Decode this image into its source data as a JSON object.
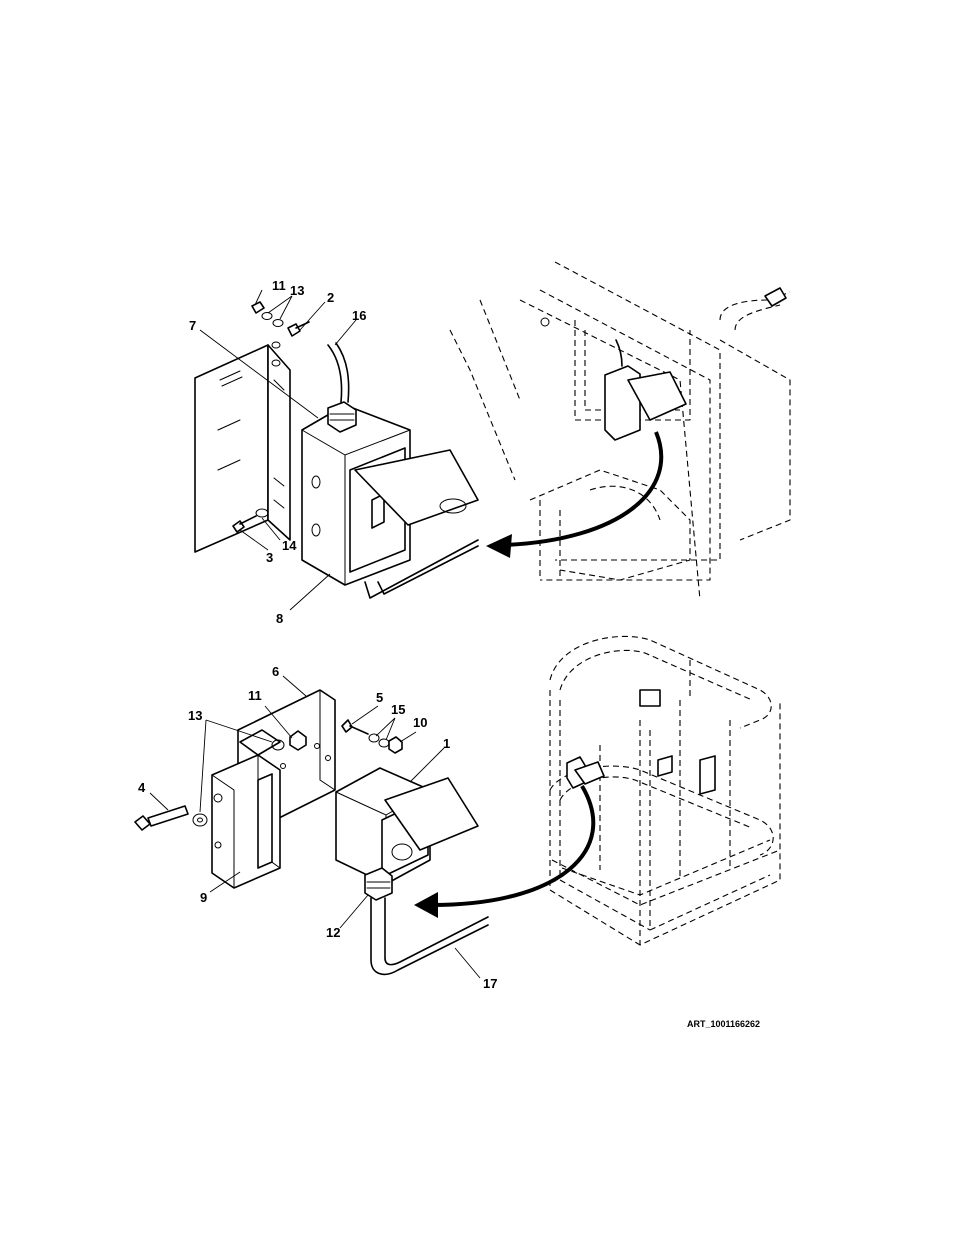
{
  "art_id": "ART_1001166262",
  "upper_view": {
    "callouts": [
      {
        "id": "c11a",
        "text": "11"
      },
      {
        "id": "c13a",
        "text": "13"
      },
      {
        "id": "c2",
        "text": "2"
      },
      {
        "id": "c16",
        "text": "16"
      },
      {
        "id": "c7",
        "text": "7"
      },
      {
        "id": "c14",
        "text": "14"
      },
      {
        "id": "c3",
        "text": "3"
      },
      {
        "id": "c8",
        "text": "8"
      }
    ]
  },
  "lower_view": {
    "callouts": [
      {
        "id": "c6",
        "text": "6"
      },
      {
        "id": "c11b",
        "text": "11"
      },
      {
        "id": "c5",
        "text": "5"
      },
      {
        "id": "c13b",
        "text": "13"
      },
      {
        "id": "c15",
        "text": "15"
      },
      {
        "id": "c10",
        "text": "10"
      },
      {
        "id": "c1",
        "text": "1"
      },
      {
        "id": "c4",
        "text": "4"
      },
      {
        "id": "c9",
        "text": "9"
      },
      {
        "id": "c12",
        "text": "12"
      },
      {
        "id": "c17",
        "text": "17"
      }
    ]
  }
}
